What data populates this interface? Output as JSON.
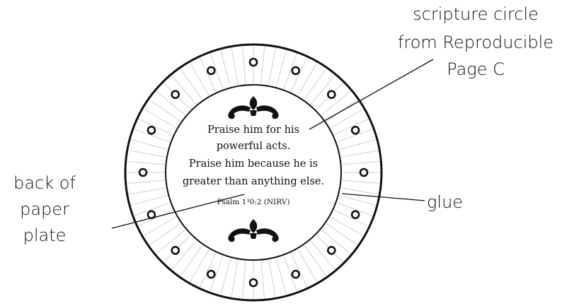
{
  "labels": {
    "scripture_circle": [
      "scripture circle",
      "from Reproducible",
      "Page C"
    ],
    "back_of_plate": [
      "back of",
      "paper",
      "plate"
    ],
    "glue": "glue"
  },
  "scripture": {
    "lines": [
      "Praise him for his",
      "powerful acts.",
      "Praise him because he is",
      "greater than anything else."
    ],
    "reference": "Psalm 1³0:2 (NIRV)"
  },
  "icons": {
    "top_ornament": "fleur-ornament-icon",
    "bottom_ornament": "fleur-ornament-icon",
    "punch_holes": "punch-hole-icon"
  },
  "colors": {
    "ink": "#111111",
    "rim_ridges": "#cfcfcf",
    "background": "#ffffff"
  }
}
